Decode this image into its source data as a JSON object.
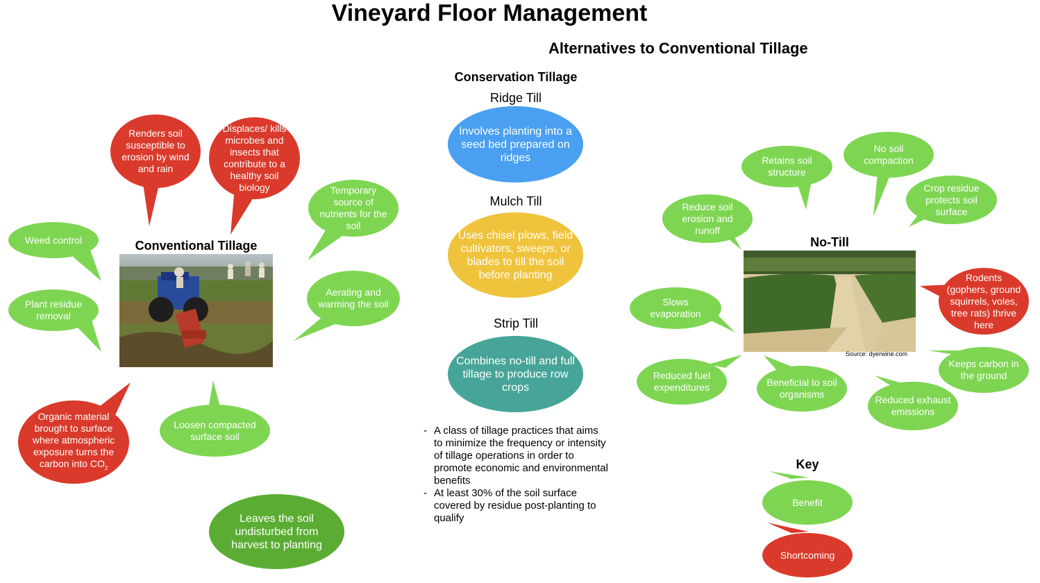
{
  "title": "Vineyard Floor Management",
  "subtitle": "Alternatives to Conventional Tillage",
  "conventional": {
    "heading": "Conventional Tillage",
    "benefits": {
      "weed_control": "Weed control",
      "plant_residue": "Plant residue removal",
      "temporary_nutrients": "Temporary source of nutrients for the soil",
      "aerating": "Aerating and warming the soil",
      "loosen": "Loosen compacted surface soil"
    },
    "shortcomings": {
      "erosion": "Renders soil susceptible to erosion by wind and rain",
      "displaces": "Displaces/ kills microbes and insects that contribute to a healthy soil biology",
      "organic_text": "Organic material brought to surface where atmospheric exposure turns the carbon into CO",
      "organic_sub": "2"
    }
  },
  "conservation": {
    "heading": "Conservation Tillage",
    "methods": [
      {
        "name": "Ridge Till",
        "description": "Involves planting into a seed bed prepared on ridges",
        "color": "#4a9ff0"
      },
      {
        "name": "Mulch Till",
        "description": "Uses chisel plows, field cultivators, sweeps, or blades to till the soil before planting",
        "color": "#f0c33c"
      },
      {
        "name": "Strip Till",
        "description": "Combines no-till and full tillage to produce row crops",
        "color": "#46a598"
      }
    ],
    "notes": [
      "A class of tillage practices that aims to minimize the frequency or intensity of tillage operations in order to promote economic and environmental benefits",
      "At least 30% of the soil surface covered by residue post-planting to qualify"
    ]
  },
  "no_till": {
    "heading": "No-Till",
    "leaves_soil": "Leaves the soil undisturbed from harvest to planting",
    "source": "Source: dyerwine.com",
    "benefits": {
      "reduce_erosion": "Reduce soil erosion and runoff",
      "retains_structure": "Retains soil structure",
      "no_compaction": "No soil compaction",
      "crop_residue": "Crop residue protects soil surface",
      "slows_evaporation": "Slows evaporation",
      "reduced_fuel": "Reduced fuel expenditures",
      "beneficial_organisms": "Beneficial to soil organisms",
      "reduced_exhaust": "Reduced exhaust emissions",
      "keeps_carbon": "Keeps carbon in the ground"
    },
    "shortcomings": {
      "rodents": "Rodents (gophers, ground squirrels, voles, tree rats) thrive here"
    }
  },
  "key": {
    "heading": "Key",
    "benefit": "Benefit",
    "shortcoming": "Shortcoming"
  },
  "colors": {
    "benefit": "#7ed552",
    "shortcoming": "#d93a2b",
    "leaves_soil": "#5aad32"
  }
}
